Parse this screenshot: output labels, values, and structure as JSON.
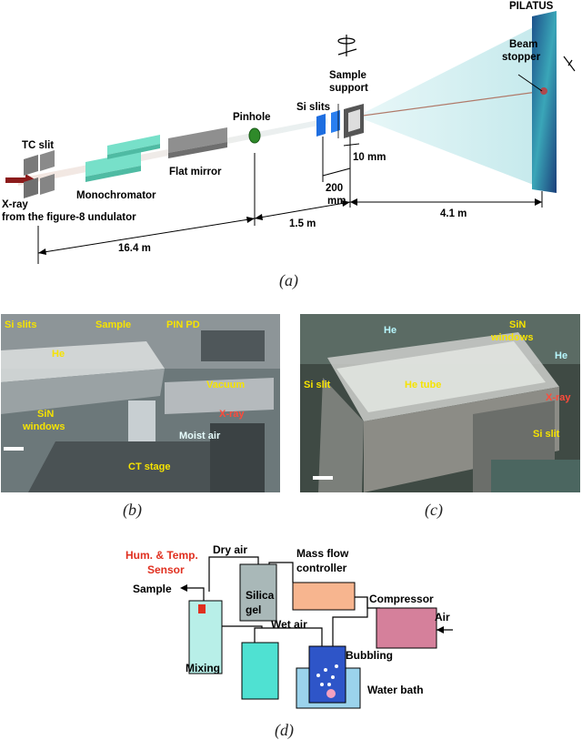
{
  "panel_a": {
    "label": "(a)",
    "components": {
      "pilatus": "PILATUS",
      "beam_stopper_1": "Beam",
      "beam_stopper_2": "stopper",
      "sample_support_1": "Sample",
      "sample_support_2": "support",
      "si_slits": "Si slits",
      "pinhole": "Pinhole",
      "tc_slit": "TC slit",
      "flat_mirror": "Flat mirror",
      "monochromator": "Monochromator",
      "xray_1": "X-ray",
      "xray_2": "from the figure-8 undulator"
    },
    "dimensions": {
      "d_10mm": "10 mm",
      "d_200mm_1": "200",
      "d_200mm_2": "mm",
      "d_16_4m": "16.4 m",
      "d_1_5m": "1.5 m",
      "d_4_1m": "4.1 m"
    }
  },
  "panel_b": {
    "label": "(b)",
    "labels": {
      "si_slits": "Si slits",
      "sample": "Sample",
      "pin_pd": "PIN PD",
      "he": "He",
      "vacuum": "Vacuum",
      "sin_windows_1": "SiN",
      "sin_windows_2": "windows",
      "xray": "X-ray",
      "moist_air": "Moist air",
      "ct_stage": "CT stage"
    }
  },
  "panel_c": {
    "label": "(c)",
    "labels": {
      "he_top": "He",
      "sin_windows_1": "SiN",
      "sin_windows_2": "windows",
      "he_right": "He",
      "si_slit_left": "Si slit",
      "he_tube": "He tube",
      "xray": "X-ray",
      "si_slit_right": "Si slit"
    }
  },
  "panel_d": {
    "label": "(d)",
    "labels": {
      "dry_air": "Dry air",
      "mass_flow_1": "Mass flow",
      "mass_flow_2": "controller",
      "hum_temp_1": "Hum. & Temp.",
      "hum_temp_2": "Sensor",
      "sample": "Sample",
      "silica_1": "Silica",
      "silica_2": "gel",
      "compressor": "Compressor",
      "air": "Air",
      "wet_air": "Wet air",
      "bubbling": "Bubbling",
      "mixing": "Mixing",
      "water_bath": "Water bath"
    },
    "colors": {
      "silica": "#a9b8b8",
      "mfc": "#f7b58f",
      "compressor": "#d5809b",
      "vessel": "#b8efe8",
      "water": "#2e55c8",
      "sensor": "#e03020"
    }
  }
}
